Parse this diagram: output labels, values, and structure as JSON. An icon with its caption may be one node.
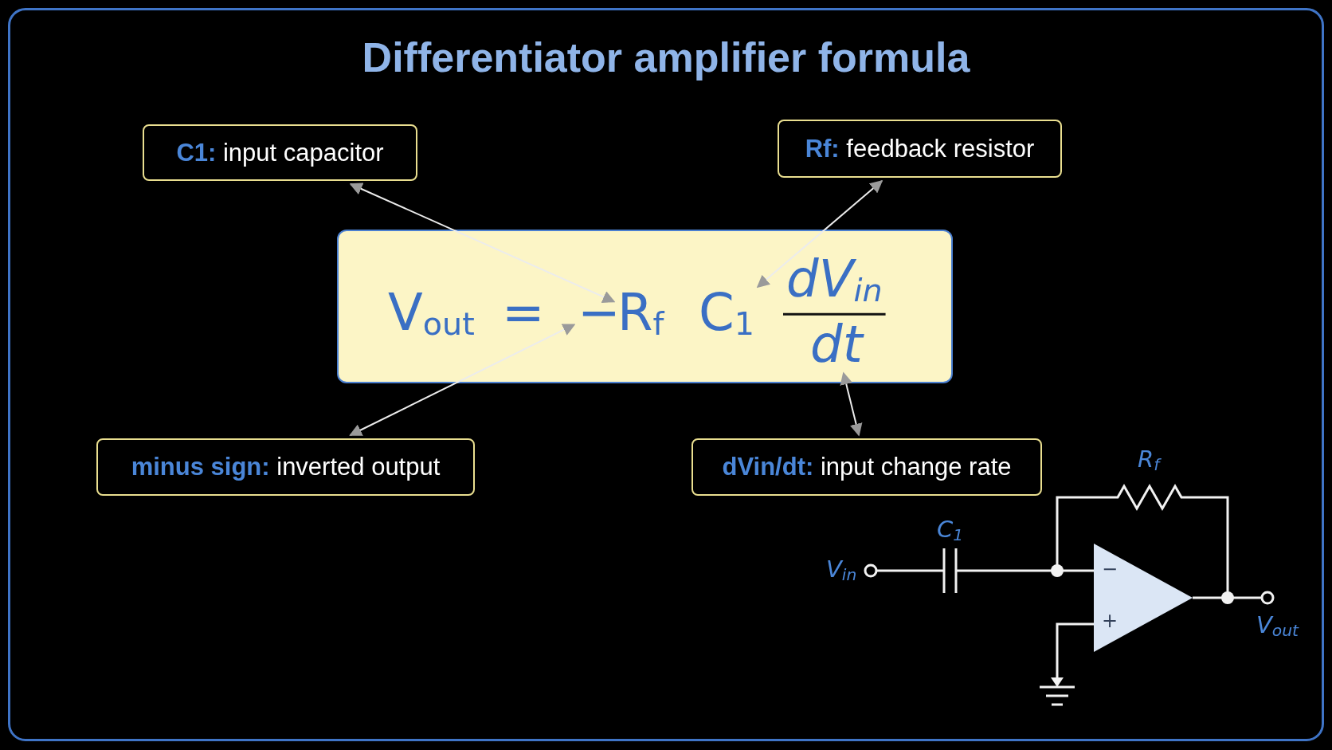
{
  "diagram": {
    "title": "Differentiator amplifier formula",
    "nodes": [
      {
        "text": [
          "**C1:** input capacitor"
        ]
      },
      {
        "text": [
          "**Rf:** feedback resistor"
        ]
      },
      {
        "text": [],
        "shape": "box"
      },
      {
        "text": [
          "V$_{out}$"
        ],
        "in": 2
      },
      {
        "text": [
          "="
        ],
        "in": 2
      },
      {
        "text": [
          "−"
        ],
        "in": 2
      },
      {
        "text": [
          "R$_{f}$"
        ],
        "in": 2
      },
      {
        "text": [
          "C$_{1}$"
        ],
        "in": 2
      },
      {
        "text": [
          "dV$_{in}$"
        ],
        "in": 2
      },
      {
        "text": [
          "dt"
        ],
        "in": 2
      },
      {
        "text": [
          "**minus sign:** inverted output"
        ]
      },
      {
        "text": [
          "**dVin/dt:** input change rate"
        ]
      }
    ],
    "edges": [
      {
        "from": 0,
        "to": 6,
        "arrow": "both"
      },
      {
        "from": 1,
        "to": 7,
        "arrow": "both"
      },
      {
        "from": 10,
        "to": 5,
        "arrow": "both"
      },
      {
        "from": 9,
        "to": 11,
        "arrow": "both"
      }
    ],
    "labels": [
      "R$_{f}$",
      "C$_{1}$",
      "V$_{in}$",
      "−",
      "+",
      "V$_{out}$"
    ]
  }
}
